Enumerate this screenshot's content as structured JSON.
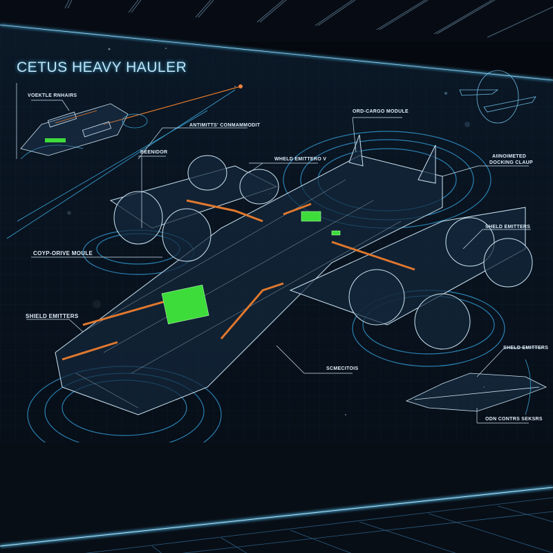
{
  "title": "CETUS HEAVY HAULER",
  "labels": {
    "vehicle_thrusters": "VOEKTLE RNHAIRS",
    "antimatter_containment": "ANTIMITTS' CONMAMMODIT",
    "reactor": "BEENIDOR",
    "shield_emitters_top": "WHELD EMITTERO V",
    "cargo_module": "ORD-CARGO MODULE",
    "docking_clamp_line1": "AIINOIMETED",
    "docking_clamp_line2": "DOCKING CLAUP",
    "shield_emitters_right": "SHELD EMITTERS",
    "cryo_drive_module": "COYP-ORIVE MOULE",
    "shield_emitters_left": "SHIELD EMITTERS",
    "sensors": "SCMECITOIS",
    "shield_emitters_bottom_right": "SHELD EMITTERS",
    "comms_sensors": "ODN CONTRS SEKSRS"
  },
  "colors": {
    "background": "#05090f",
    "grid": "#12243a",
    "wireframe": "#cfe7f5",
    "accent_blue": "#3aa7d9",
    "accent_orange": "#e0782e",
    "accent_green": "#3ddc3a",
    "neon_edge": "#4fc3f7"
  }
}
